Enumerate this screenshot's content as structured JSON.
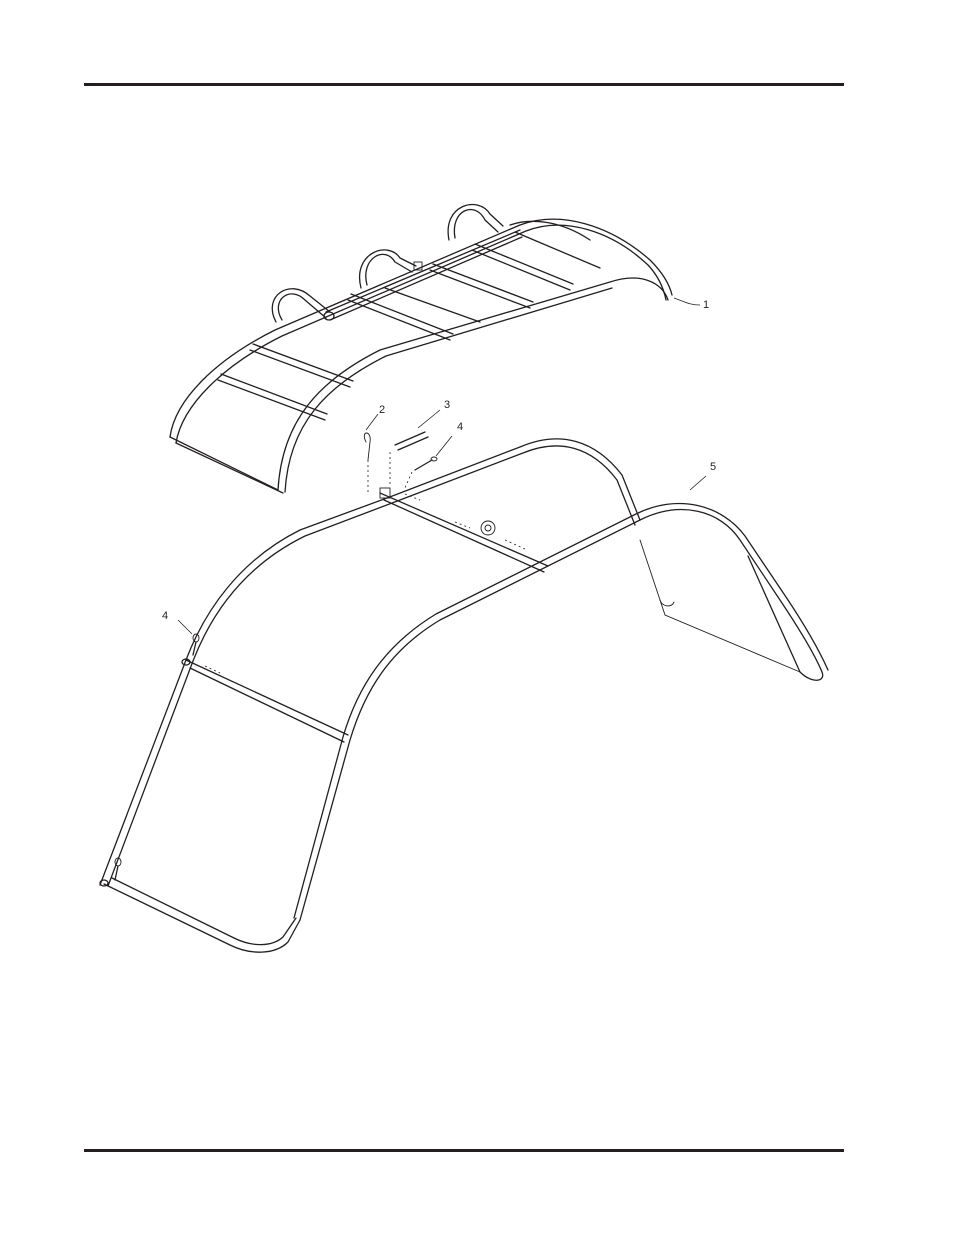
{
  "callouts": {
    "item1": "1",
    "item2": "2",
    "item3": "3",
    "item4_upper": "4",
    "item4_left": "4",
    "item5": "5"
  }
}
